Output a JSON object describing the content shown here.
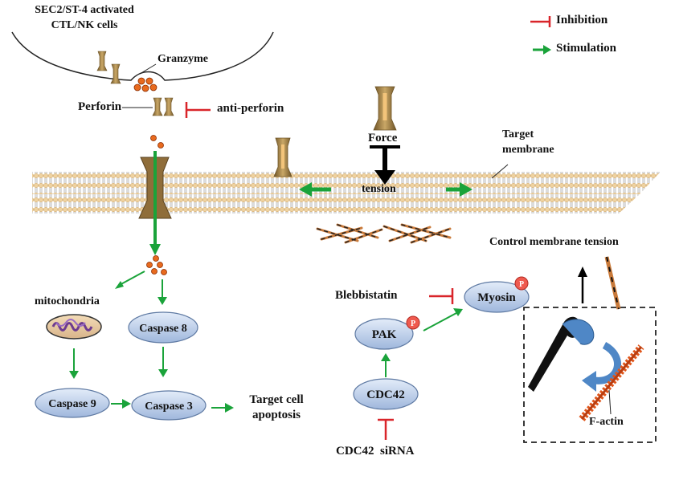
{
  "cell": {
    "title_line1": "SEC2/ST-4 activated",
    "title_line2": "CTL/NK cells"
  },
  "labels": {
    "granzyme": "Granzyme",
    "perforin": "Perforin",
    "anti_perforin": "anti-perforin",
    "force": "Force",
    "tension": "tension",
    "target_membrane_line1": "Target",
    "target_membrane_line2": "membrane",
    "mitochondria": "mitochondria",
    "target_apoptosis_line1": "Target cell",
    "target_apoptosis_line2": "apoptosis",
    "blebbistatin": "Blebbistatin",
    "control_tension": "Control membrane tension",
    "f_actin": "F-actin",
    "cdc42_sirna": "CDC42  siRNA"
  },
  "nodes": {
    "caspase8": "Caspase 8",
    "caspase9": "Caspase 9",
    "caspase3": "Caspase 3",
    "pak": "PAK",
    "cdc42": "CDC42",
    "myosin": "Myosin",
    "phospho": "P"
  },
  "legend": {
    "inhibition": "Inhibition",
    "stimulation": "Stimulation"
  },
  "colors": {
    "stimulation": "#1aa33a",
    "inhibition": "#d9252a",
    "node_fill": "#b9cbe6",
    "node_stroke": "#5f7aa3",
    "membrane_head": "#efd2a0",
    "perforin": "#8c6a3a",
    "granzyme": "#e86a1e",
    "f_actin": "#e0561b",
    "phospho": "#ef5a4f"
  }
}
